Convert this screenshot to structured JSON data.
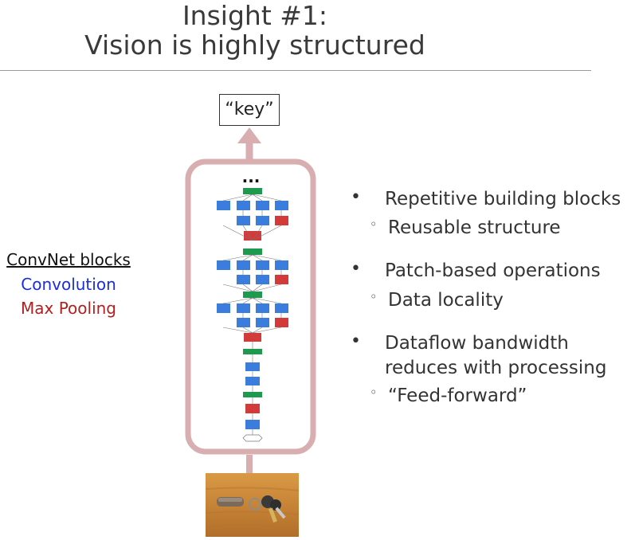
{
  "title": {
    "line1": "Insight #1:",
    "line2": "Vision is highly structured"
  },
  "key_label": "“key”",
  "legend": {
    "title": "ConvNet blocks",
    "conv": "Convolution",
    "pool": "Max Pooling"
  },
  "ellipsis": "...",
  "bullets": [
    {
      "text": "Repetitive building blocks",
      "sub": "Reusable structure"
    },
    {
      "text": "Patch-based operations",
      "sub": "Data locality"
    },
    {
      "text": "Dataflow bandwidth",
      "text2": "reduces with processing",
      "sub": "“Feed-forward”"
    }
  ],
  "colors": {
    "frame": "#d9aeb0",
    "conv": "#3b7ddd",
    "pool": "#d33a3a",
    "concat": "#1e9a4e",
    "convnet_title": "#111111",
    "convolution": "#1b2fd6",
    "max_pooling": "#b32020"
  }
}
